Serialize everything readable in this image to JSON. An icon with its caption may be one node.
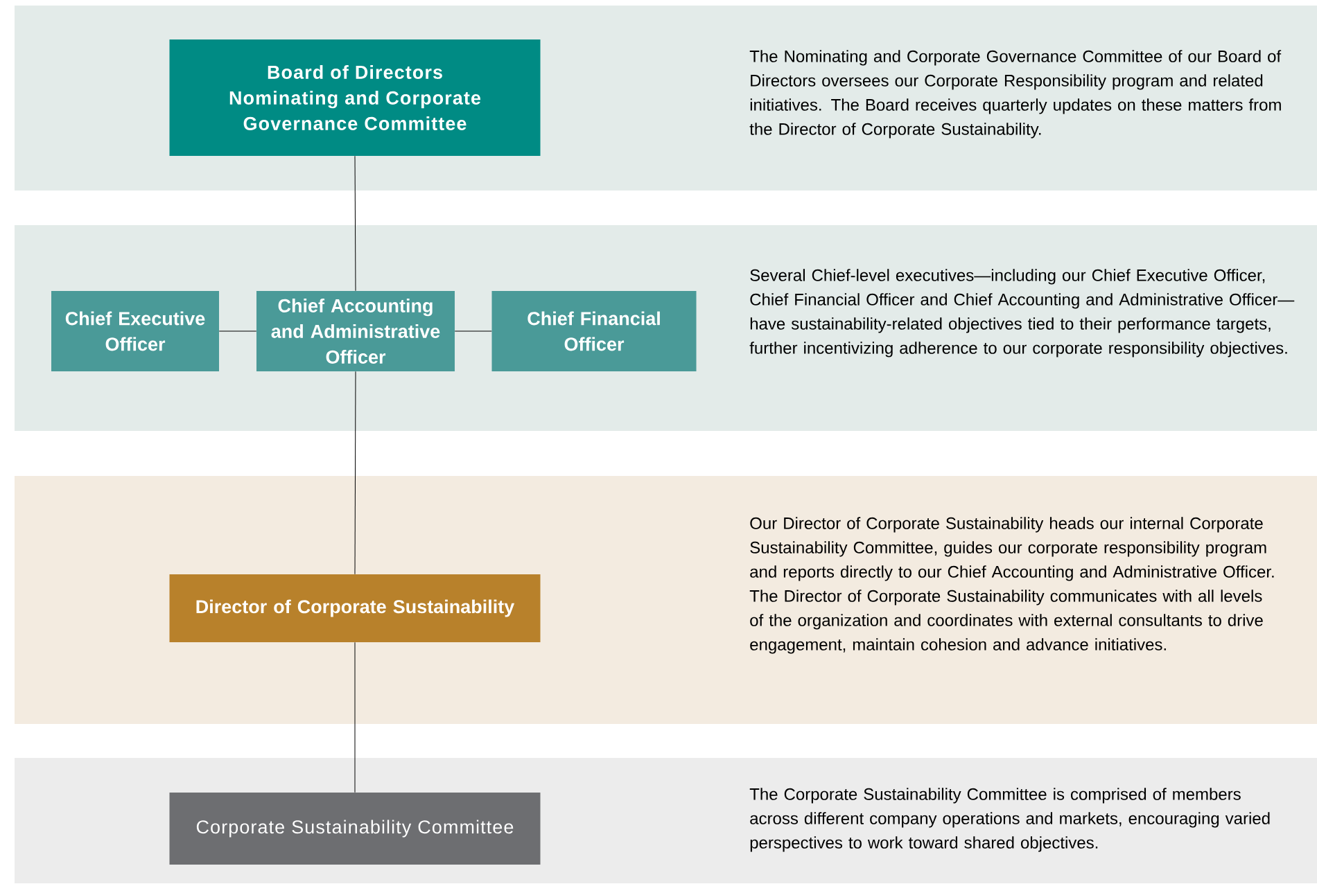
{
  "diagram": {
    "nodes": [
      {
        "text": [
          "The Nominating and Corporate Governance Committee of our Board of Directors oversees our Corporate Responsibility program and related initiatives. The Board receives quarterly updates on these matters from the Director of Corporate Sustainability."
        ]
      },
      {
        "text": [
          "Board of Directors Nominating and Corporate Governance Committee"
        ],
        "in": 0
      },
      {
        "text": [
          "Several Chief-level executives—including our Chief Executive Officer, Chief Financial Officer and Chief Accounting and Administrative Officer—have sustainability-related objectives tied to their performance targets, further incentivizing adherence to our corporate responsibility objectives."
        ]
      },
      {
        "text": [
          "Chief Executive Officer"
        ],
        "in": 2
      },
      {
        "text": [
          "Chief Accounting and Administrative Officer"
        ],
        "in": 2
      },
      {
        "text": [
          "Chief Financial Officer"
        ],
        "in": 2
      },
      {
        "text": [
          "Our Director of Corporate Sustainability heads our internal Corporate Sustainability Committee, guides our corporate responsibility program and reports directly to our Chief Accounting and Administrative Officer. The Director of Corporate Sustainability communicates with all levels of the organization and coordinates with external consultants to drive engagement, maintain cohesion and advance initiatives."
        ]
      },
      {
        "text": [
          "Director of Corporate Sustainability"
        ],
        "in": 6
      },
      {
        "text": [
          "The Corporate Sustainability Committee is comprised of members across different company operations and markets, encouraging varied perspectives to work toward shared objectives."
        ]
      },
      {
        "text": [
          "Corporate Sustainability Committee"
        ],
        "in": 8
      }
    ],
    "edges": [
      {
        "from": 1,
        "to": 4,
        "arrow": "none"
      },
      {
        "from": 3,
        "to": 4,
        "arrow": "none"
      },
      {
        "from": 4,
        "to": 5,
        "arrow": "none"
      },
      {
        "from": 4,
        "to": 7,
        "arrow": "none"
      },
      {
        "from": 7,
        "to": 9,
        "arrow": "none"
      }
    ]
  }
}
